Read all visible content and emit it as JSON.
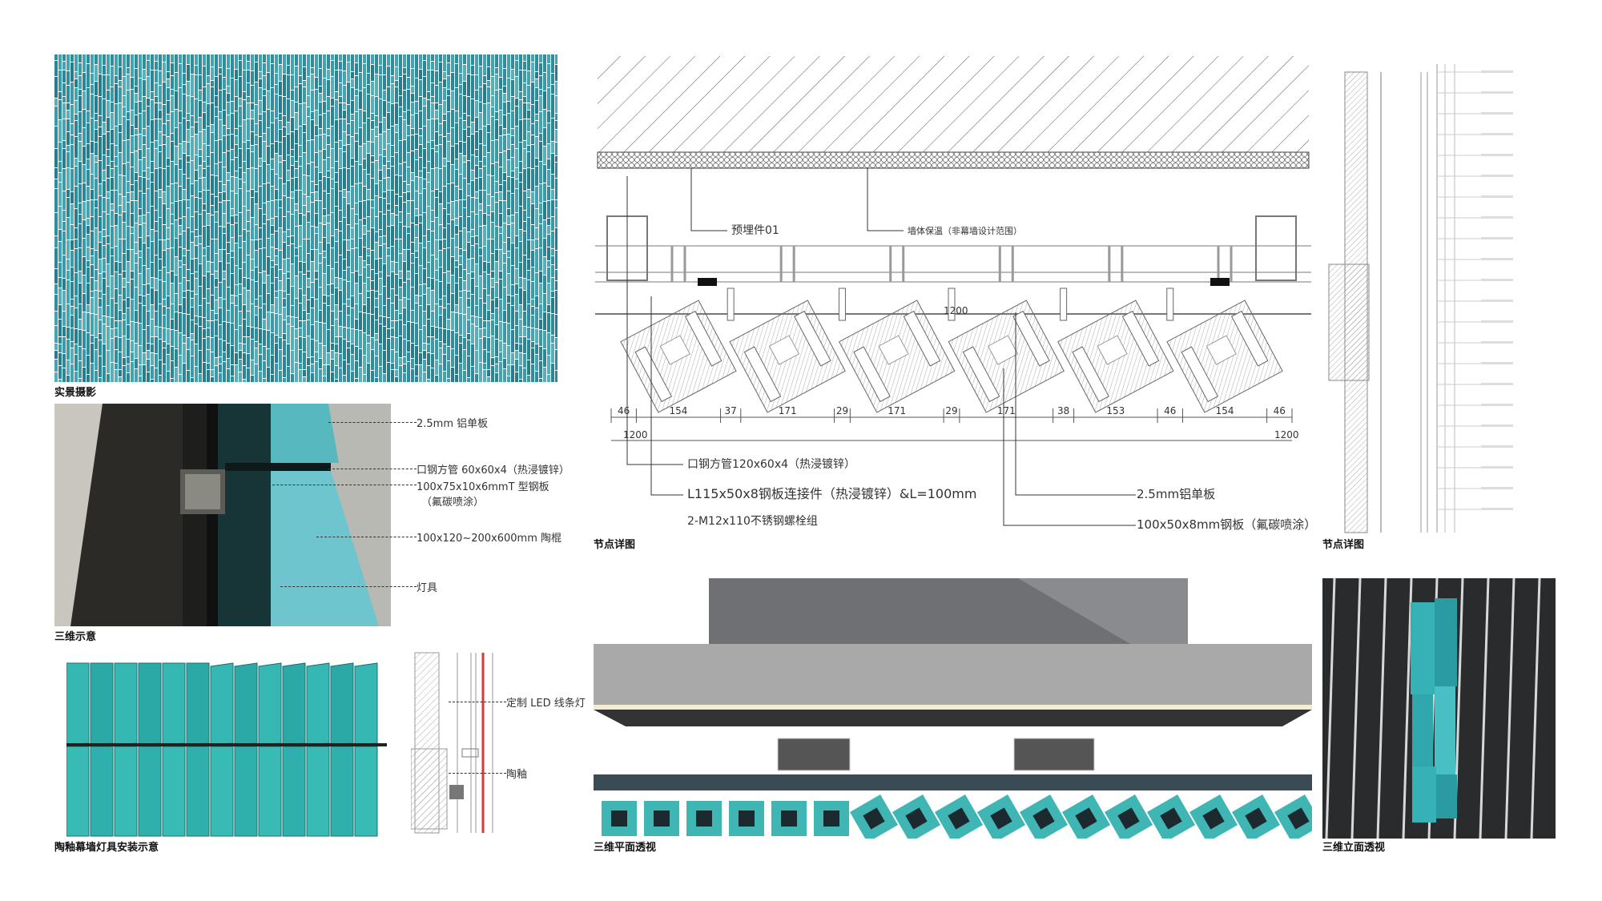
{
  "panels": {
    "photo": {
      "caption": "实景摄影"
    },
    "render3d": {
      "caption": "三维示意",
      "callouts": [
        "2.5mm 铝单板",
        "口钢方管 60x60x4（热浸镀锌）",
        "100x75x10x6mmT 型钢板",
        "（氟碳喷涂）",
        "100x120~200x600mm 陶棍",
        "灯具"
      ]
    },
    "install": {
      "caption": "陶釉幕墙灯具安装示意",
      "callouts": [
        "定制 LED 线条灯",
        "陶釉"
      ]
    },
    "node_detail": {
      "caption": "节点详图",
      "labels": {
        "embed": "预埋件01",
        "insulation": "墙体保温（非幕墙设计范围）",
        "mid_1200": "1200"
      },
      "dimensions": [
        46,
        154,
        37,
        171,
        29,
        171,
        29,
        171,
        38,
        153,
        46,
        154,
        46
      ],
      "overall_left": "1200",
      "overall_right": "1200",
      "notes": [
        "口钢方管120x60x4（热浸镀锌）",
        "L115x50x8钢板连接件（热浸镀锌）&L=100mm",
        "2-M12x110不锈钢螺栓组",
        "2.5mm铝单板",
        "100x50x8mm钢板（氟碳喷涂）"
      ]
    },
    "elevation_detail": {
      "caption": "节点详图"
    },
    "plan3d": {
      "caption": "三维平面透视"
    },
    "elev3d": {
      "caption": "三维立面透视"
    }
  },
  "colors": {
    "teal": "#3fb6b4",
    "photo_teal": "#2f8e9e",
    "dark": "#2a2a28",
    "gray": "#9a9a9a"
  }
}
